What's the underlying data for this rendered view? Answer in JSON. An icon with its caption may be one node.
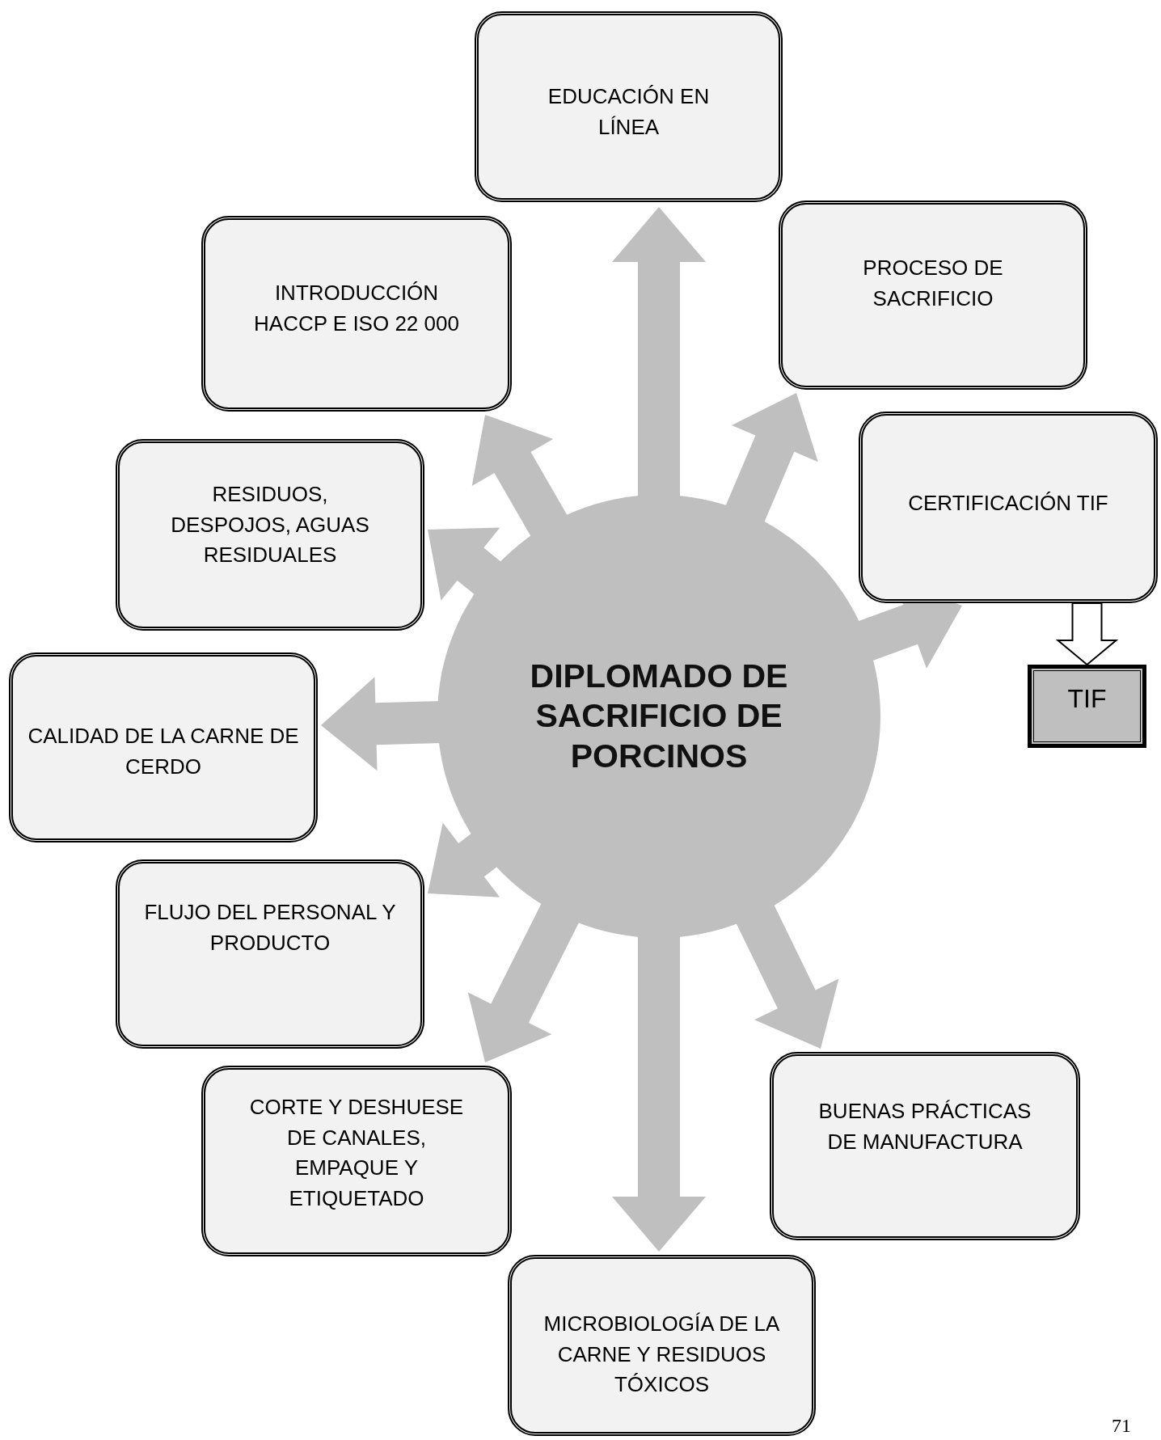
{
  "diagram": {
    "nodes": [
      {
        "text": [
          "DIPLOMADO DE SACRIFICIO DE PORCINOS"
        ]
      },
      {
        "text": [
          "EDUCACIÓN EN LÍNEA"
        ]
      },
      {
        "text": [
          "PROCESO DE SACRIFICIO"
        ]
      },
      {
        "text": [
          "INTRODUCCIÓN HACCP E ISO 22 000"
        ]
      },
      {
        "text": [
          "RESIDUOS, DESPOJOS, AGUAS RESIDUALES"
        ]
      },
      {
        "text": [
          "CERTIFICACIÓN TIF"
        ]
      },
      {
        "text": [
          "TIF"
        ]
      },
      {
        "text": [
          "CALIDAD DE LA CARNE DE CERDO"
        ]
      },
      {
        "text": [
          "FLUJO DEL PERSONAL Y PRODUCTO"
        ]
      },
      {
        "text": [
          "CORTE Y DESHUESE DE CANALES, EMPAQUE Y ETIQUETADO"
        ]
      },
      {
        "text": [
          "BUENAS PRÁCTICAS DE MANUFACTURA"
        ]
      },
      {
        "text": [
          "MICROBIOLOGÍA DE LA CARNE Y RESIDUOS TÓXICOS"
        ]
      }
    ],
    "edges": [
      {
        "from": 0,
        "to": 1,
        "arrow": "to",
        "style": "thick"
      },
      {
        "from": 0,
        "to": 2,
        "arrow": "to",
        "style": "thick"
      },
      {
        "from": 0,
        "to": 3,
        "arrow": "to",
        "style": "thick"
      },
      {
        "from": 0,
        "to": 4,
        "arrow": "to",
        "style": "thick"
      },
      {
        "from": 0,
        "to": 5,
        "arrow": "to",
        "style": "thick"
      },
      {
        "from": 0,
        "to": 7,
        "arrow": "to",
        "style": "thick"
      },
      {
        "from": 0,
        "to": 8,
        "arrow": "to",
        "style": "thick"
      },
      {
        "from": 0,
        "to": 9,
        "arrow": "to",
        "style": "thick"
      },
      {
        "from": 0,
        "to": 10,
        "arrow": "to",
        "style": "thick"
      },
      {
        "from": 0,
        "to": 11,
        "arrow": "to",
        "style": "thick"
      },
      {
        "from": 5,
        "to": 6,
        "arrow": "to",
        "color": "#ffffff"
      }
    ],
    "labels": [
      "71"
    ]
  }
}
